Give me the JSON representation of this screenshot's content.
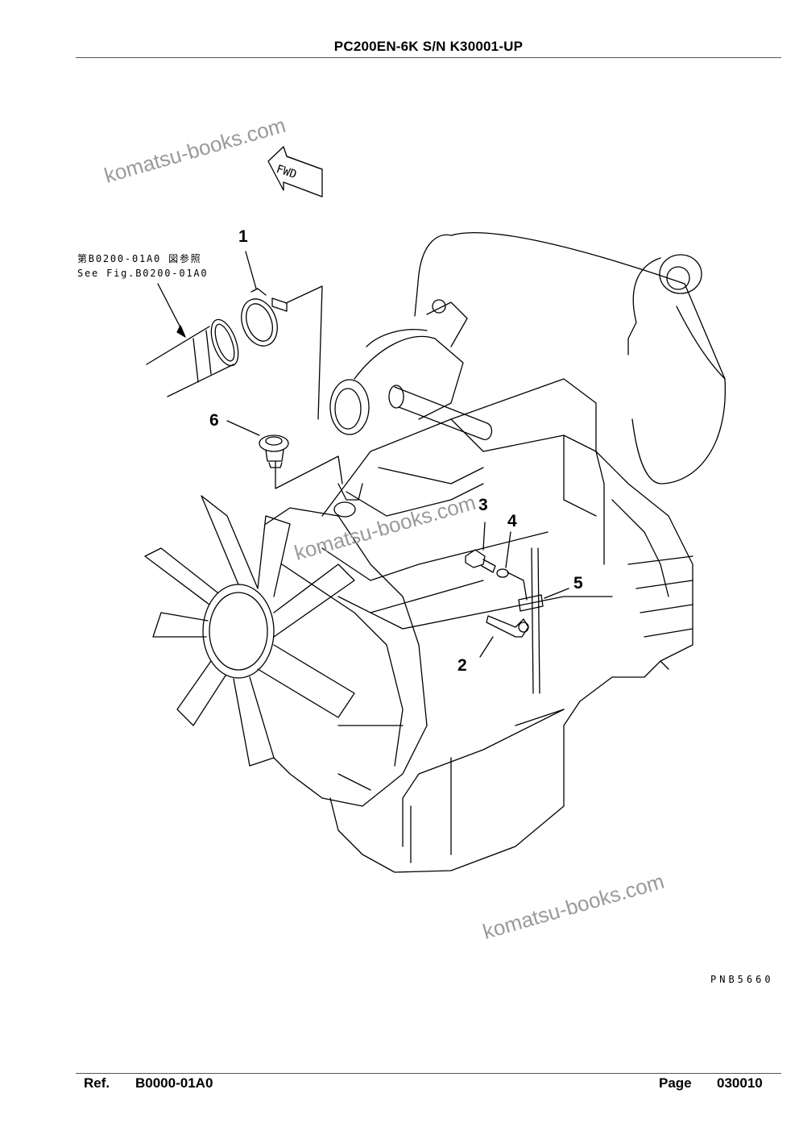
{
  "header": {
    "title": "PC200EN-6K S/N K30001-UP"
  },
  "diagram": {
    "fwd_label": "FWD",
    "cross_ref_jp": "第B0200-01A0 図参照",
    "cross_ref_en": "See Fig.B0200-01A0",
    "drawing_number": "PNB5660",
    "callouts": [
      "1",
      "2",
      "3",
      "4",
      "5",
      "6"
    ]
  },
  "watermarks": [
    "komatsu-books.com",
    "komatsu-books.com",
    "komatsu-books.com"
  ],
  "footer": {
    "ref_label": "Ref.",
    "ref_value": "B0000-01A0",
    "page_label": "Page",
    "page_value": "030010"
  }
}
